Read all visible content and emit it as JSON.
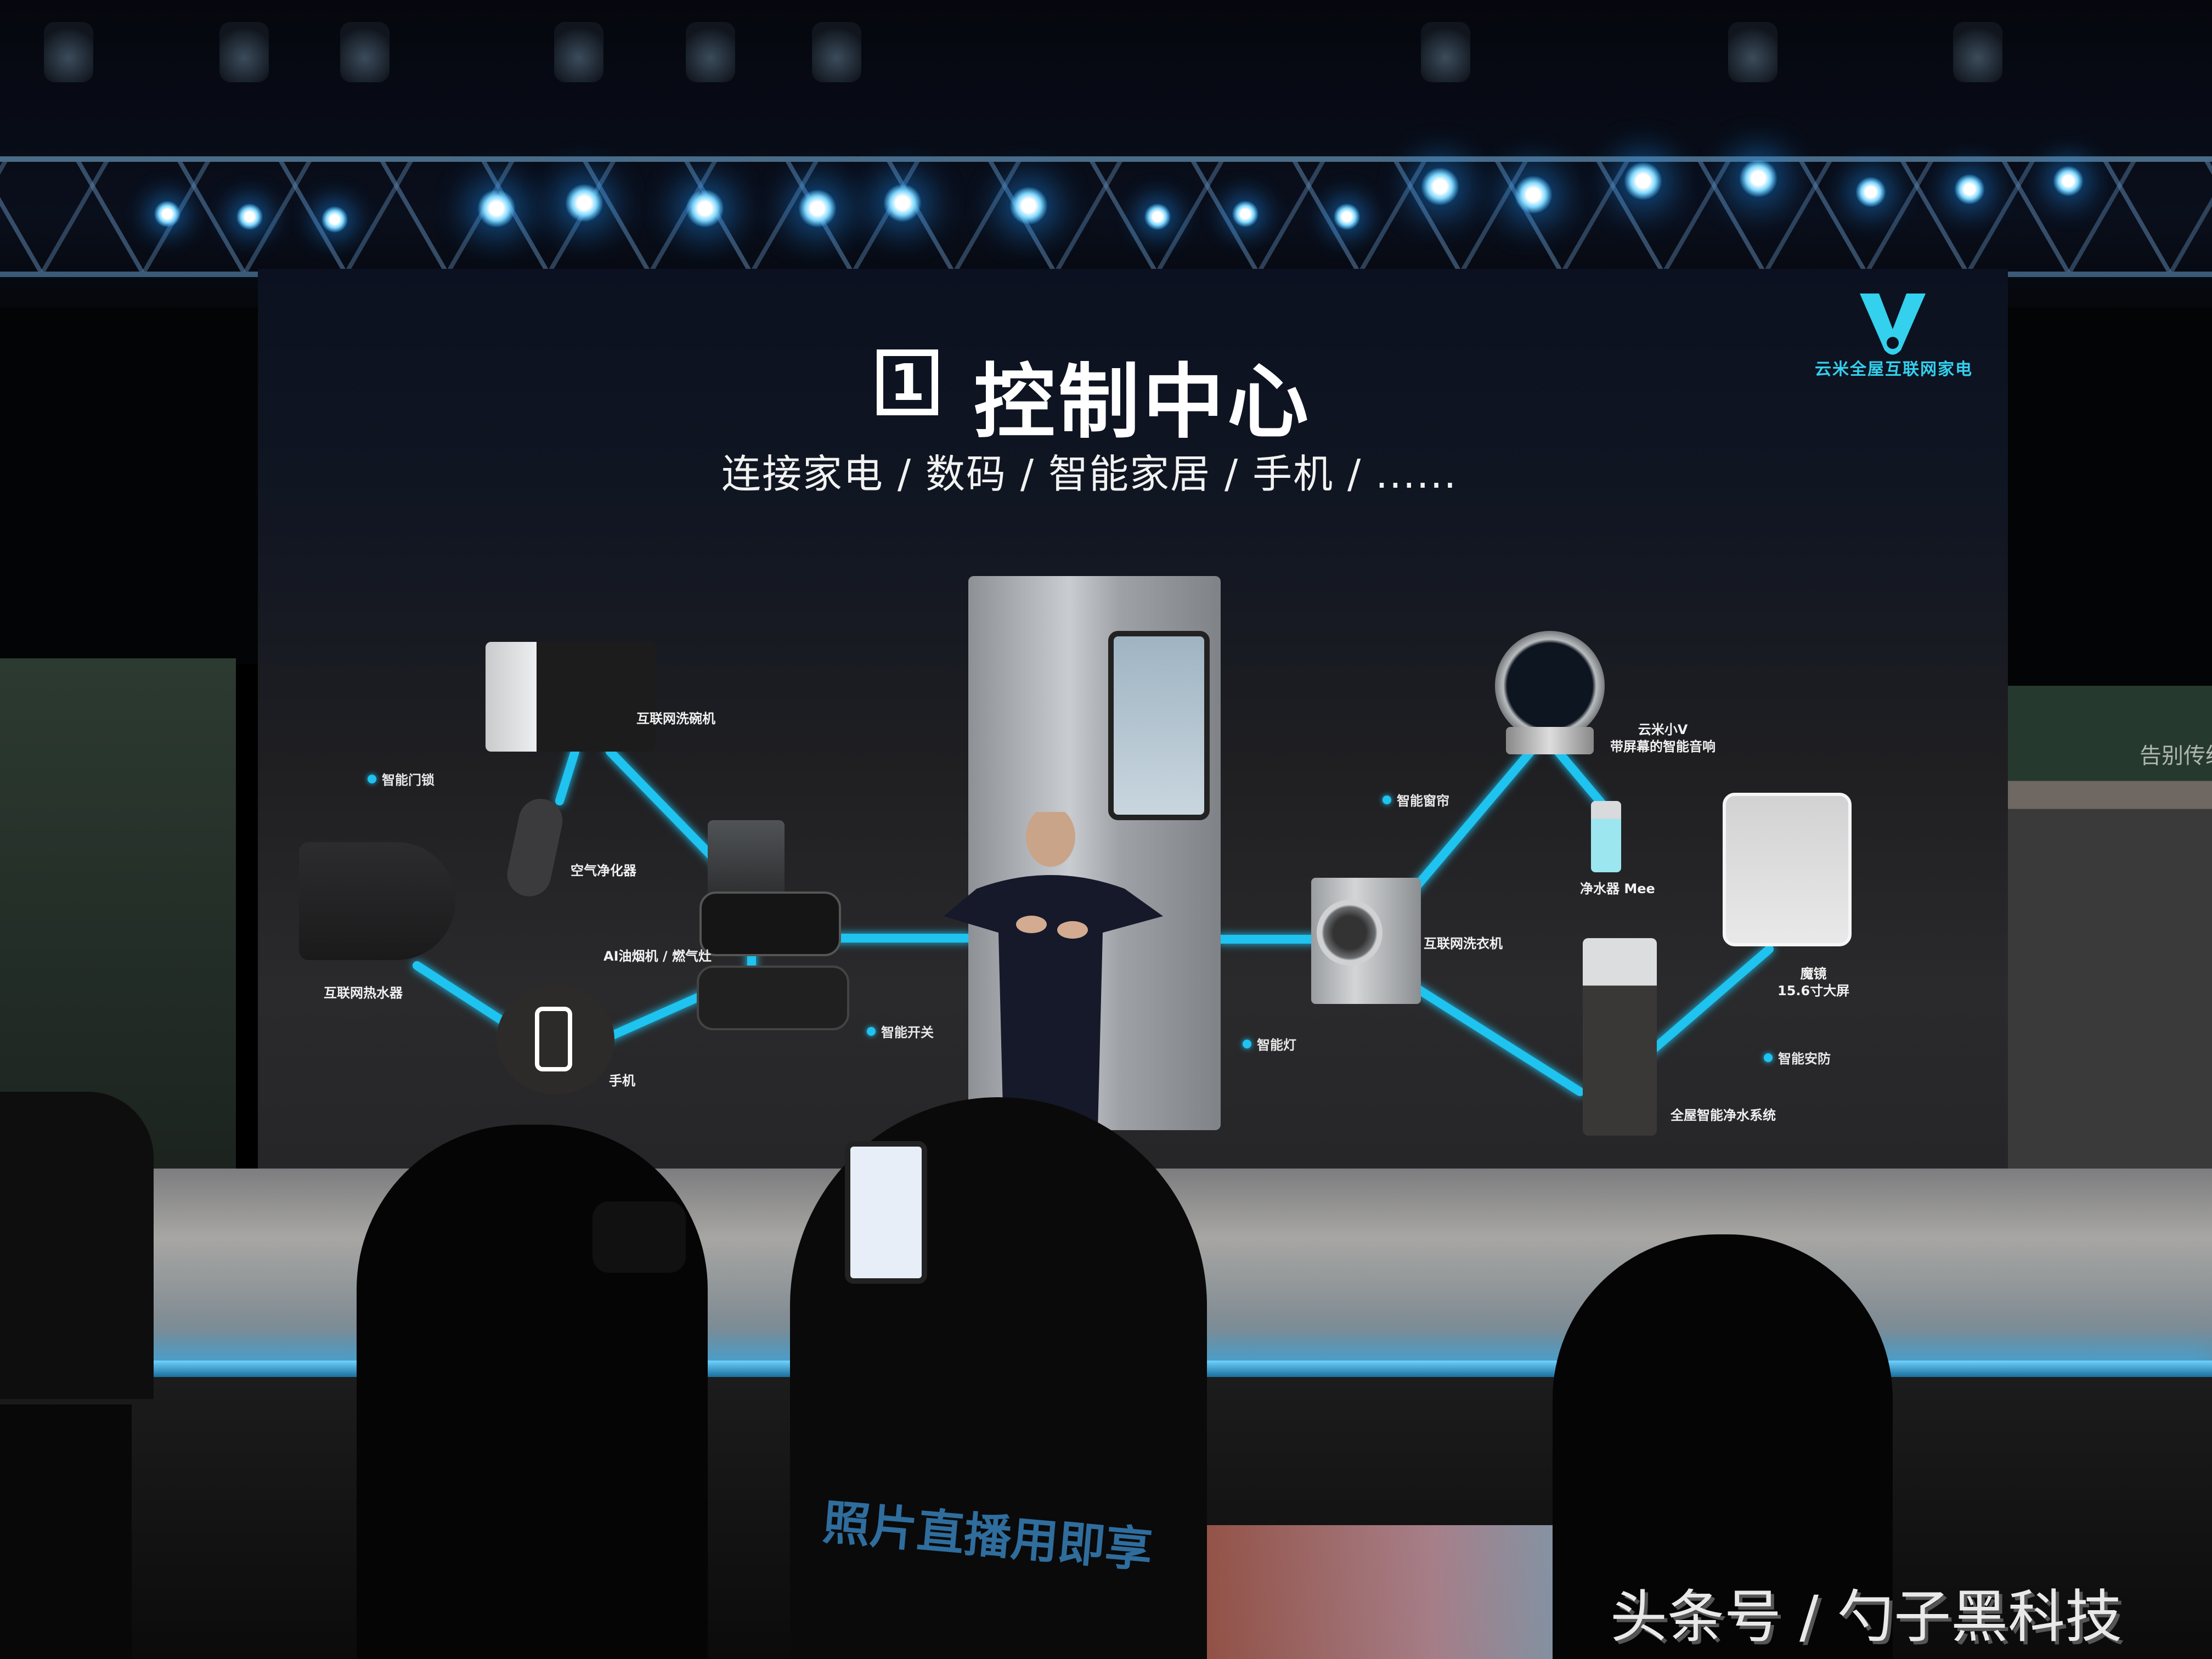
{
  "scene": {
    "description": "Product launch stage photo: presenter in front of large screen slide, photographers in foreground",
    "colors": {
      "accent_cyan": "#1fc3ef",
      "screen_bg": "#1f1f22",
      "brand_cyan": "#33d1ee"
    }
  },
  "slide": {
    "number": "1",
    "title": "控制中心",
    "subtitle": "连接家电 / 数码 / 智能家居 / 手机 / ......",
    "brand": {
      "logo_icon": "viomi-v-logo",
      "text": "云米全屋互联网家电"
    },
    "devices": [
      {
        "id": "dishwasher",
        "label": "互联网洗碗机"
      },
      {
        "id": "air-purifier",
        "label": "空气净化器"
      },
      {
        "id": "water-heater",
        "label": "互联网热水器"
      },
      {
        "id": "range-hood-stove",
        "label": "AI油烟机 / 燃气灶"
      },
      {
        "id": "phone",
        "label": "手机"
      },
      {
        "id": "fridge",
        "label": ""
      },
      {
        "id": "speaker",
        "label_line1": "云米小V",
        "label_line2": "带屏幕的智能音响"
      },
      {
        "id": "water-purifier-mee",
        "label": "净水器 Mee"
      },
      {
        "id": "washing-machine",
        "label": "互联网洗衣机"
      },
      {
        "id": "magic-mirror",
        "label_line1": "魔镜",
        "label_line2": "15.6寸大屏"
      },
      {
        "id": "whole-house-water",
        "label": "全屋智能净水系统"
      }
    ],
    "bullets": [
      {
        "id": "smart-lock",
        "label": "智能门锁"
      },
      {
        "id": "smart-switch",
        "label": "智能开关"
      },
      {
        "id": "smart-light",
        "label": "智能灯"
      },
      {
        "id": "smart-curtain",
        "label": "智能窗帘"
      },
      {
        "id": "smart-security",
        "label": "智能安防"
      }
    ]
  },
  "background": {
    "right_booth_text": "告别传统",
    "shirt_text": "照片直播用即享"
  },
  "watermark": "头条号 / 勺子黑科技"
}
